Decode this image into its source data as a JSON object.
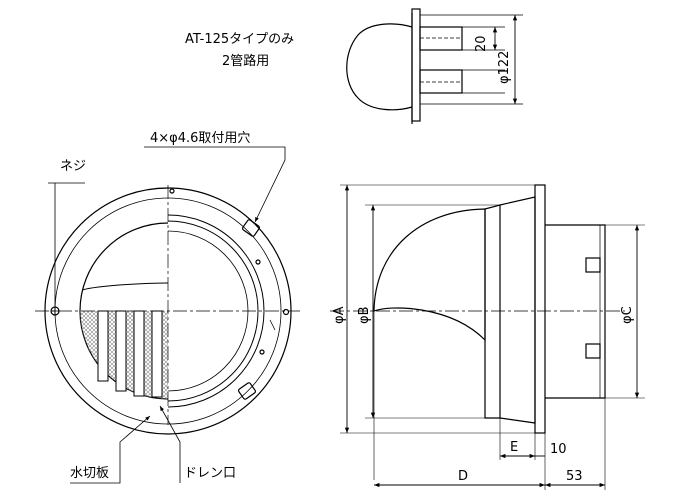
{
  "figure": {
    "variant_note_line1": "AT-125タイプのみ",
    "variant_note_line2": "2管路用",
    "callouts": {
      "mounting_holes": "4×φ4.6取付用穴",
      "screw": "ネジ",
      "water_cutoff_plate": "水切板",
      "drain_port": "ドレン口"
    },
    "dimensions": {
      "top_view_20": "20",
      "top_view_dia": "φ122",
      "dia_A": "φA",
      "dia_B": "φB",
      "dia_C": "φC",
      "E": "E",
      "D": "D",
      "ten": "10",
      "fifty_three": "53"
    }
  },
  "colors": {
    "line": "#000000",
    "mesh": "#8a8a8a",
    "background": "#ffffff"
  }
}
